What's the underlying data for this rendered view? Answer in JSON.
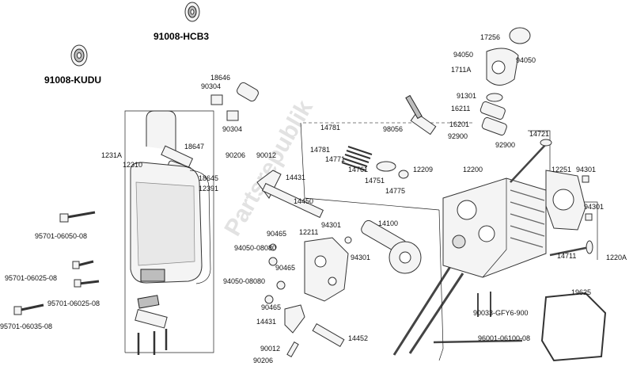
{
  "watermark": "Partsrepublik",
  "labels": {
    "bearing_hcb3": "91008-HCB3",
    "bearing_kudu": "91008-KUDU",
    "p18646": "18646",
    "p90304a": "90304",
    "p90304b": "90304",
    "p18647": "18647",
    "p18645": "18645",
    "p1231A": "1231A",
    "p12310": "12310",
    "p12391": "12391",
    "p90206a": "90206",
    "p90012a": "90012",
    "p14431a": "14431",
    "p14450": "14450",
    "p14781a": "14781",
    "p14781b": "14781",
    "p14771": "14771",
    "p14761": "14761",
    "p14751": "14751",
    "p98056": "98056",
    "p12209": "12209",
    "p14775": "14775",
    "p12200": "12200",
    "p17256": "17256",
    "p94050a": "94050",
    "p94050b": "94050",
    "p1711A": "1711A",
    "p91301": "91301",
    "p16211": "16211",
    "p16201": "16201",
    "p92900a": "92900",
    "p92900b": "92900",
    "p14721": "14721",
    "p12251": "12251",
    "p94301a": "94301",
    "p94301b": "94301",
    "p94301c": "94301",
    "p94301d": "94301",
    "p12211": "12211",
    "p90465a": "90465",
    "p90465b": "90465",
    "p90465c": "90465",
    "p94050_08080a": "94050-08080",
    "p94050_08080b": "94050-08080",
    "p14100": "14100",
    "p14711": "14711",
    "p1220A": "1220A",
    "p95701_06050": "95701-06050-08",
    "p95701_06025a": "95701-06025-08",
    "p95701_06025b": "95701-06025-08",
    "p95701_06035": "95701-06035-08",
    "p14431b": "14431",
    "p14452": "14452",
    "p90012b": "90012",
    "p90206b": "90206",
    "p90033": "90033-GFY6-900",
    "p96001": "96001-06100-08",
    "p19625": "19625"
  }
}
